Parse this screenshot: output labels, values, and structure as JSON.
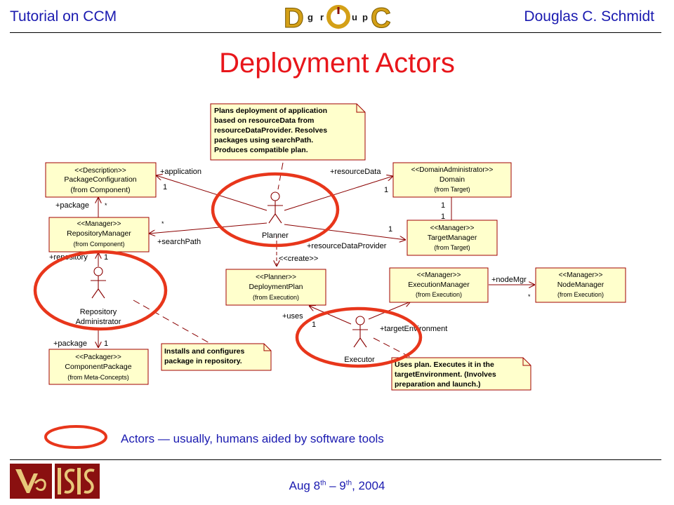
{
  "header": {
    "left": "Tutorial on CCM",
    "right": "Douglas C. Schmidt",
    "logo_letters": [
      "D",
      "g",
      "r",
      "u",
      "p",
      "C"
    ]
  },
  "title": "Deployment Actors",
  "classes": {
    "package_configuration": {
      "stereotype": "<<Description>>",
      "name": "PackageConfiguration",
      "from": "(from Component)"
    },
    "repository_manager": {
      "stereotype": "<<Manager>>",
      "name": "RepositoryManager",
      "from": "(from Component)"
    },
    "component_package": {
      "stereotype": "<<Packager>>",
      "name": "ComponentPackage",
      "from": "(from Meta-Concepts)"
    },
    "deployment_plan": {
      "stereotype": "<<Planner>>",
      "name": "DeploymentPlan",
      "from": "(from Execution)"
    },
    "domain": {
      "stereotype": "<<DomainAdministrator>>",
      "name": "Domain",
      "from": "(from Target)"
    },
    "target_manager": {
      "stereotype": "<<Manager>>",
      "name": "TargetManager",
      "from": "(from Target)"
    },
    "execution_manager": {
      "stereotype": "<<Manager>>",
      "name": "ExecutionManager",
      "from": "(from Execution)"
    },
    "node_manager": {
      "stereotype": "<<Manager>>",
      "name": "NodeManager",
      "from": "(from Execution)"
    }
  },
  "actors": {
    "planner": "Planner",
    "repository_admin": [
      "Repository",
      "Administrator"
    ],
    "executor": "Executor"
  },
  "notes": {
    "planner": [
      "Plans deployment of application",
      "based on resourceData from",
      "resourceDataProvider. Resolves",
      "packages using searchPath.",
      "Produces compatible plan."
    ],
    "installs": [
      "Installs and configures",
      "package in repository."
    ],
    "executor": [
      "Uses plan. Executes it in the",
      "targetEnvironment. (Involves",
      "preparation and launch.)"
    ]
  },
  "labels": {
    "application": "+application",
    "resource_data": "+resourceData",
    "package": "+package",
    "search_path": "+searchPath",
    "resource_data_provider": "+resourceDataProvider",
    "create": "<<create>>",
    "repository": "+repository",
    "package2": "+package",
    "uses": "+uses",
    "target_environment": "+targetEnvironment",
    "node_mgr": "+nodeMgr",
    "one": "1",
    "star": "*"
  },
  "legend": "Actors — usually, humans aided by software tools",
  "footer": {
    "date_prefix": "Aug 8",
    "sup1": "th",
    "dash": " – 9",
    "sup2": "th",
    "year": ", 2004"
  },
  "colors": {
    "header_text": "#1a1ab0",
    "title": "#e8161b",
    "box_fill": "#ffffcc",
    "box_stroke": "#a00000",
    "highlight": "#e8361b"
  }
}
